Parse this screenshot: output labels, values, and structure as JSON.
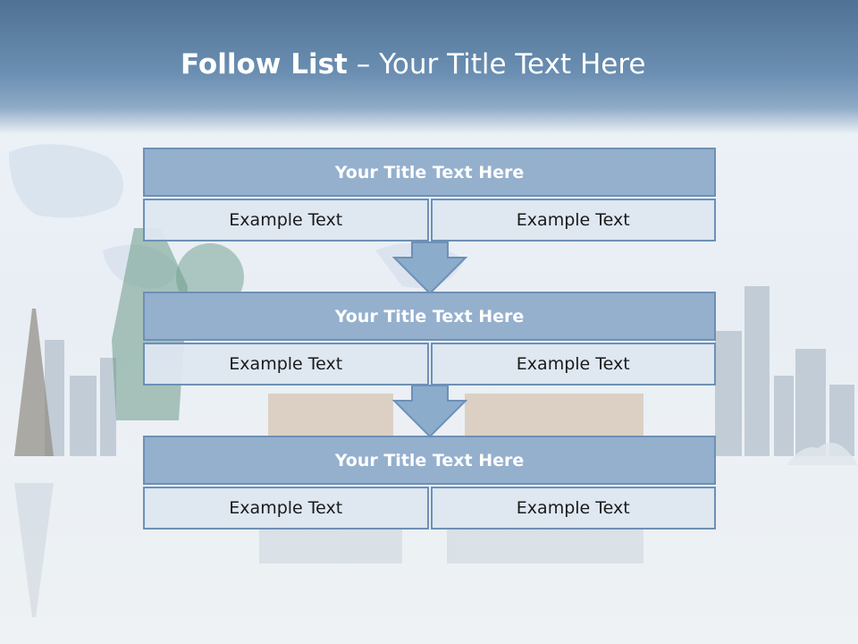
{
  "slide": {
    "title_bold": "Follow List",
    "title_rest": " – Your Title Text Here"
  },
  "steps": [
    {
      "title": "Your Title Text Here",
      "left": "Example Text",
      "right": "Example Text"
    },
    {
      "title": "Your Title Text Here",
      "left": "Example Text",
      "right": "Example Text"
    },
    {
      "title": "Your Title Text Here",
      "left": "Example Text",
      "right": "Example Text"
    }
  ],
  "colors": {
    "header": "#5a7d9f",
    "block_title": "#94b0cd",
    "block_border": "#6d90b6",
    "cell": "#dee6f0",
    "arrow": "#8caccb"
  }
}
